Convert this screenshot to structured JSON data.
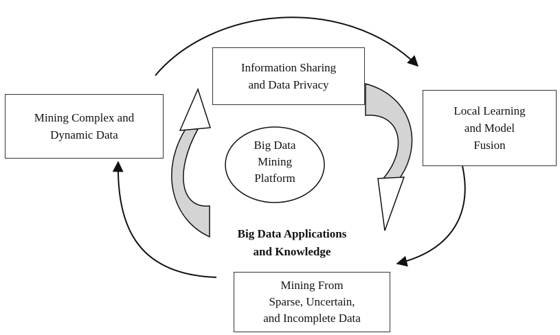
{
  "colors": {
    "ink": "#111111",
    "arrow_fill": "#d4d4d4",
    "background": "#ffffff"
  },
  "nodes": {
    "mining_complex": [
      "Mining Complex and",
      "Dynamic Data"
    ],
    "info_sharing": [
      "Information Sharing",
      "and Data Privacy"
    ],
    "local_learning": [
      "Local Learning",
      "and Model",
      "Fusion"
    ],
    "mining_sparse": [
      "Mining From",
      "Sparse, Uncertain,",
      "and Incomplete Data"
    ],
    "platform": [
      "Big Data",
      "Mining",
      "Platform"
    ],
    "applications": [
      "Big Data Applications",
      "and Knowledge"
    ]
  }
}
